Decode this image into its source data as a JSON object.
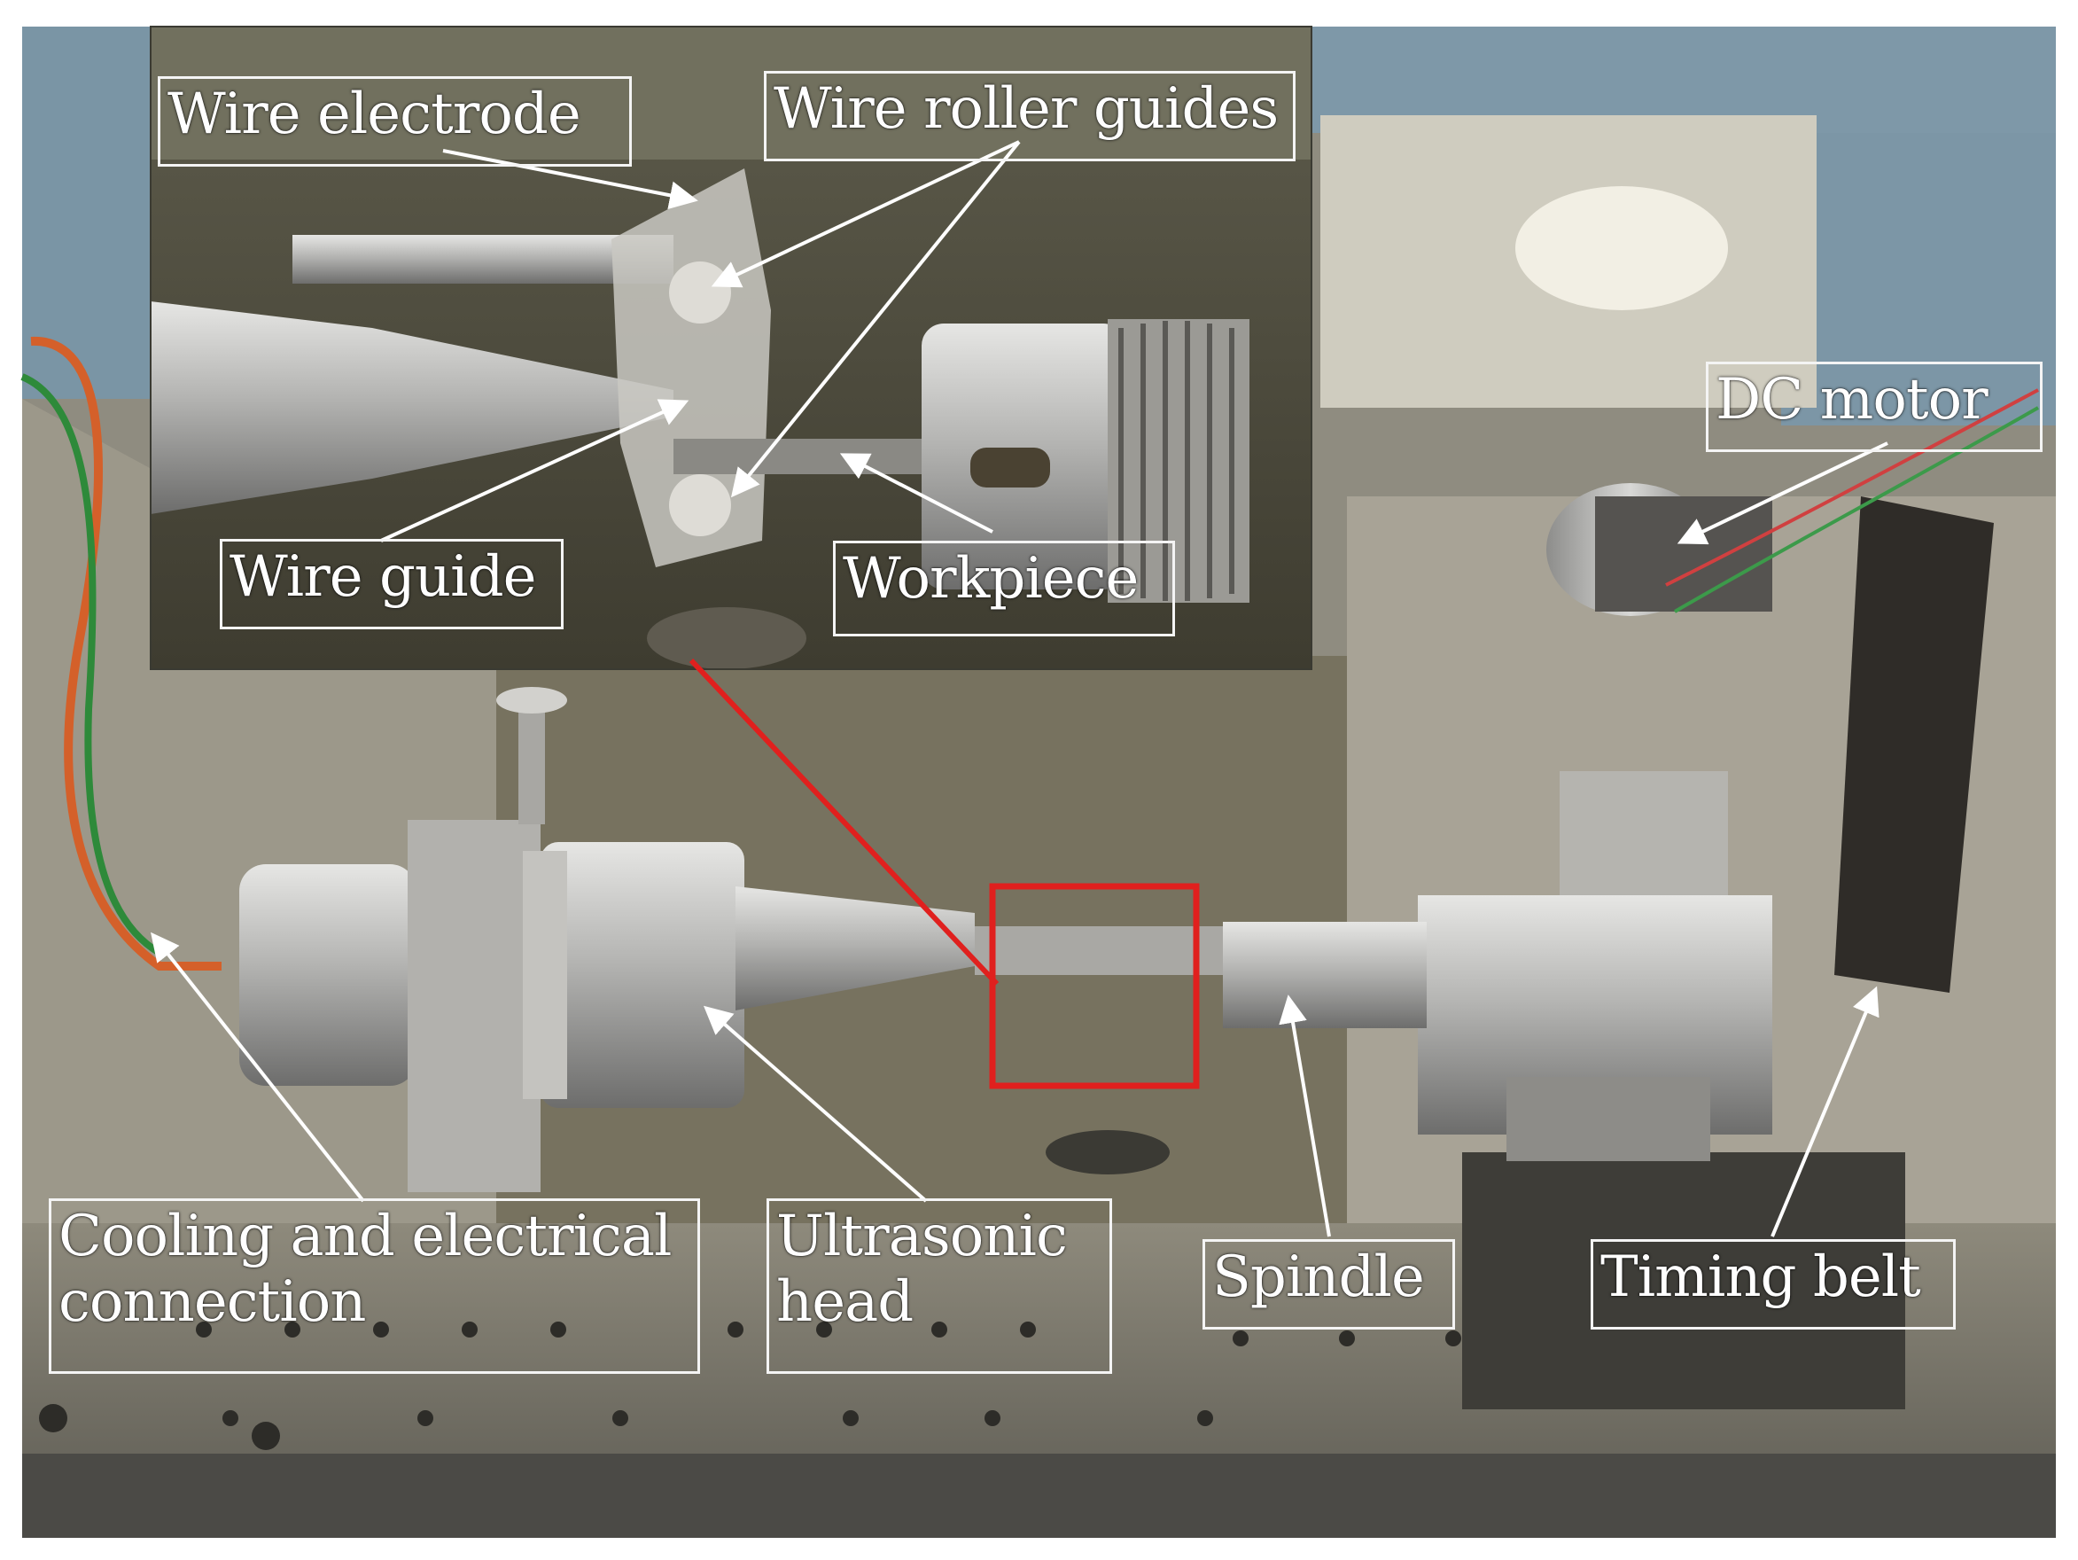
{
  "figure": {
    "labels": {
      "wire_electrode": "Wire electrode",
      "wire_roller_guides": "Wire roller guides",
      "wire_guide": "Wire guide",
      "workpiece": "Workpiece",
      "dc_motor": "DC motor",
      "cooling_line1": "Cooling and electrical",
      "cooling_line2": "connection",
      "ultrasonic_line1": "Ultrasonic",
      "ultrasonic_line2": "head",
      "spindle": "Spindle",
      "timing_belt": "Timing belt"
    },
    "colors": {
      "label_text": "#ffffff",
      "label_border": "#f4f4f4",
      "highlight": "#e0201e",
      "arrow": "#ffffff",
      "machine_blue": "#7a95a5",
      "metal": "#a8a8a6",
      "table": "#6e6a60"
    }
  }
}
